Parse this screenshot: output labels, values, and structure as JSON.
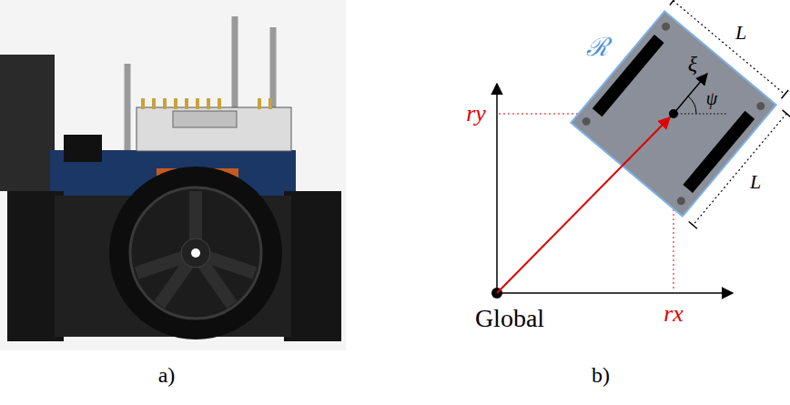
{
  "diagram": {
    "nodes": [
      {
        "text": [
          "ℛ",
          "ξ",
          "ψ"
        ]
      }
    ],
    "labels": [
      "L",
      "L",
      "ry",
      "rx",
      "Global",
      "a)",
      "b)"
    ]
  }
}
